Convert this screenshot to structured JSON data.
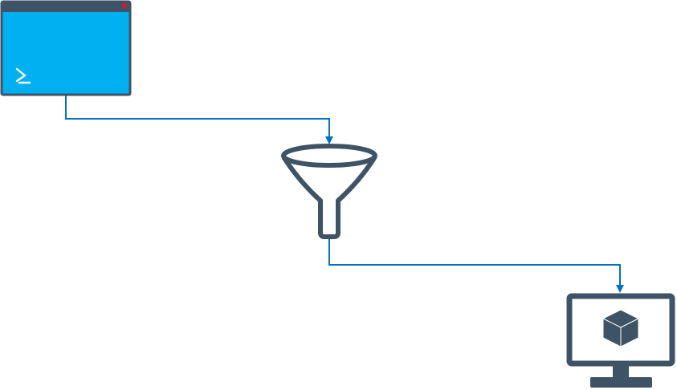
{
  "diagram": {
    "nodes": [
      {
        "id": "powershell",
        "icon": "powershell-window-icon"
      },
      {
        "id": "filter",
        "icon": "funnel-icon"
      },
      {
        "id": "virtual-machine",
        "icon": "monitor-cube-icon"
      }
    ],
    "edges": [
      {
        "from": "powershell",
        "to": "filter"
      },
      {
        "from": "filter",
        "to": "virtual-machine"
      }
    ]
  },
  "colors": {
    "window_fill": "#00B0F0",
    "icon_dark": "#3E5365",
    "connector": "#0070C0",
    "close_dot": "#E8102E",
    "prompt": "#FFFFFF",
    "background": "#FFFFFF"
  }
}
